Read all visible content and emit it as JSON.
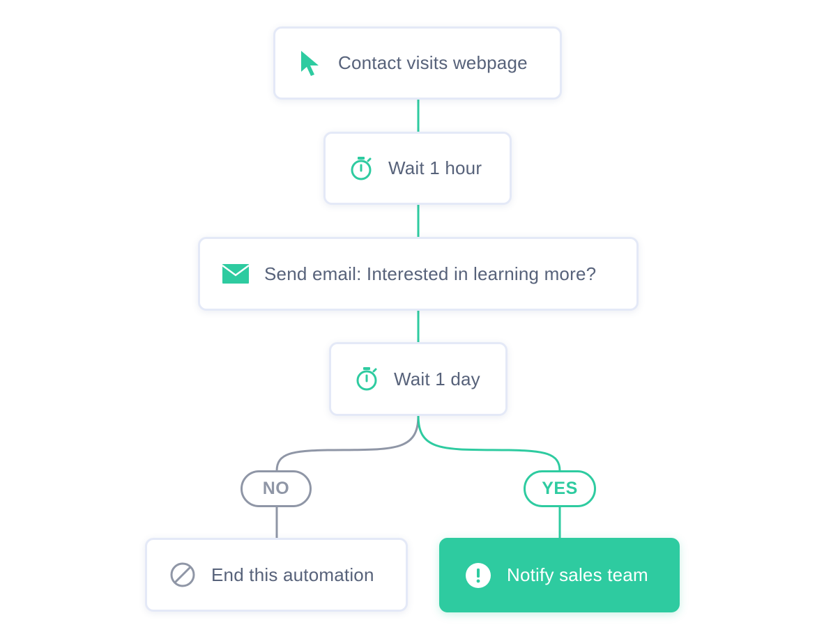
{
  "colors": {
    "accent": "#2ecba0",
    "text": "#57627a",
    "muted": "#8f96a6",
    "border": "#e4e9f7"
  },
  "nodes": {
    "trigger": {
      "label": "Contact visits webpage",
      "icon": "cursor-arrow-icon"
    },
    "wait1": {
      "label": "Wait 1 hour",
      "icon": "stopwatch-icon"
    },
    "email": {
      "label": "Send email: Interested in learning more?",
      "icon": "envelope-icon"
    },
    "wait2": {
      "label": "Wait 1 day",
      "icon": "stopwatch-icon"
    },
    "end": {
      "label": "End this automation",
      "icon": "prohibited-icon"
    },
    "notify": {
      "label": "Notify sales team",
      "icon": "exclamation-circle-icon"
    }
  },
  "branches": {
    "no": {
      "label": "NO"
    },
    "yes": {
      "label": "YES"
    }
  }
}
